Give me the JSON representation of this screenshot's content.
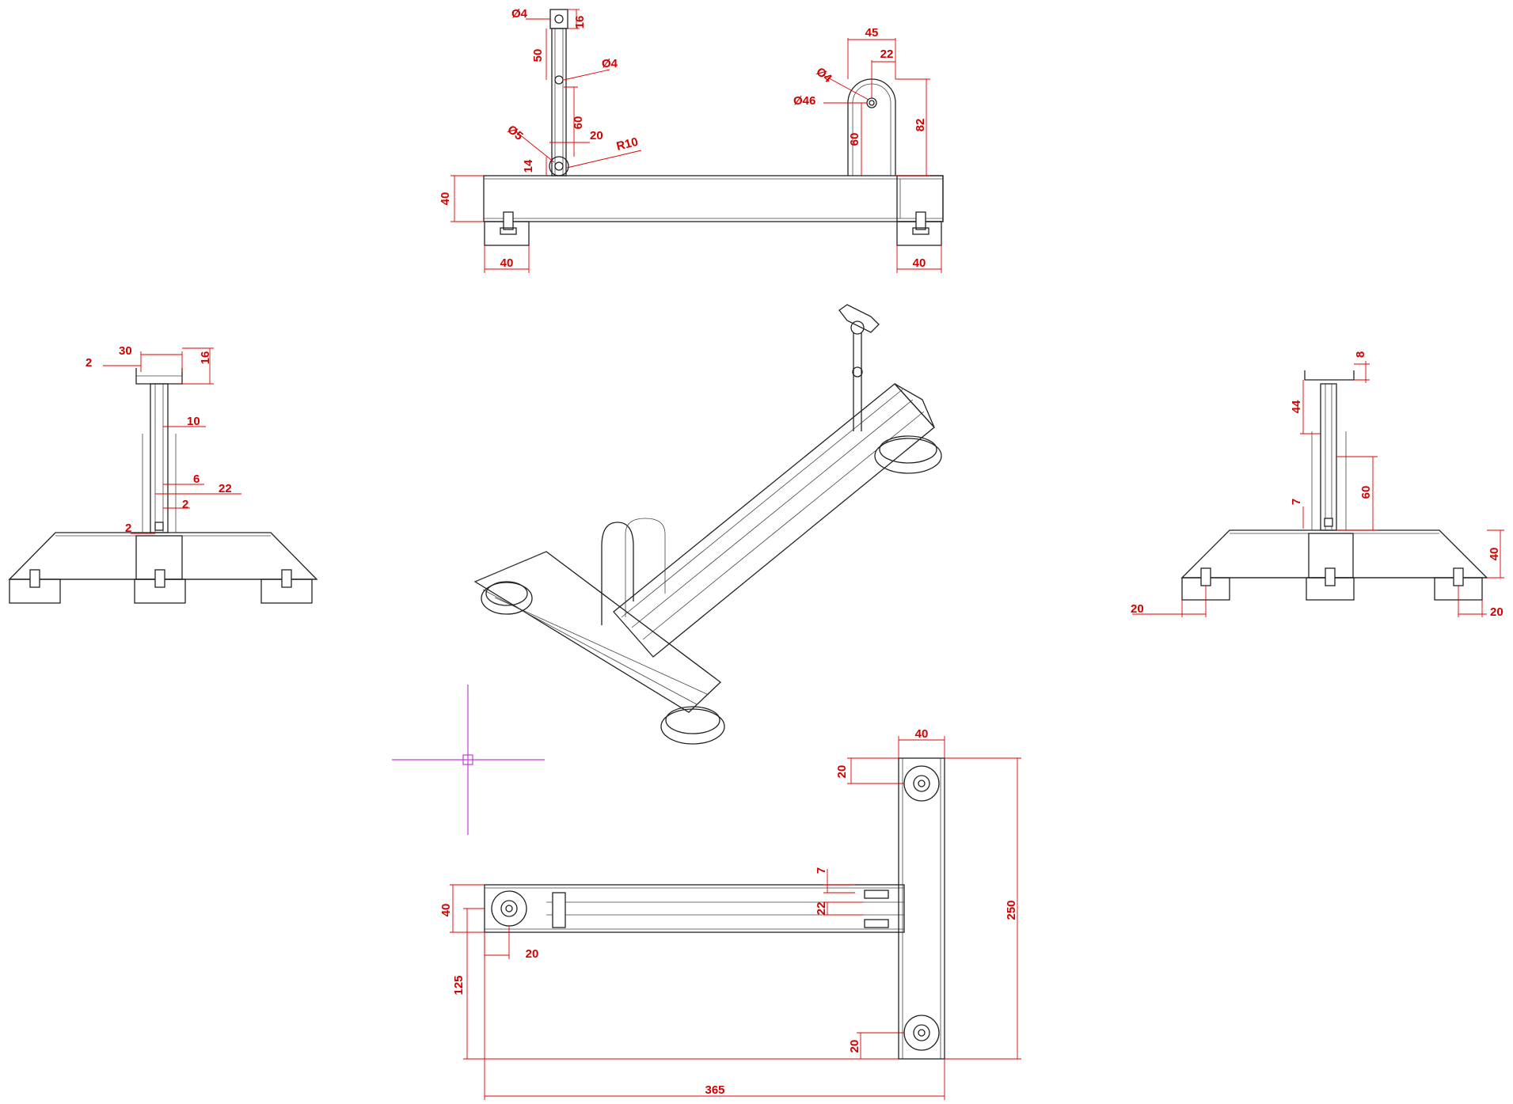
{
  "colors": {
    "dimension": "#d40000",
    "outline": "#222222",
    "cursor": "#c040d0",
    "background": "#ffffff"
  },
  "views": {
    "front": {
      "labels": [
        "Ø4",
        "16",
        "50",
        "Ø4",
        "60",
        "20",
        "Ø5",
        "R10",
        "14",
        "40",
        "40",
        "40",
        "45",
        "22",
        "Ø4",
        "Ø46",
        "60",
        "82"
      ]
    },
    "left": {
      "labels": [
        "2",
        "30",
        "16",
        "10",
        "6",
        "22",
        "2",
        "2"
      ]
    },
    "right": {
      "labels": [
        "8",
        "44",
        "7",
        "60",
        "40",
        "20",
        "20"
      ]
    },
    "top": {
      "labels": [
        "40",
        "20",
        "7",
        "22",
        "40",
        "20",
        "125",
        "250",
        "20",
        "365"
      ]
    }
  },
  "icons": {
    "cursor": "crosshair-cursor-icon"
  }
}
